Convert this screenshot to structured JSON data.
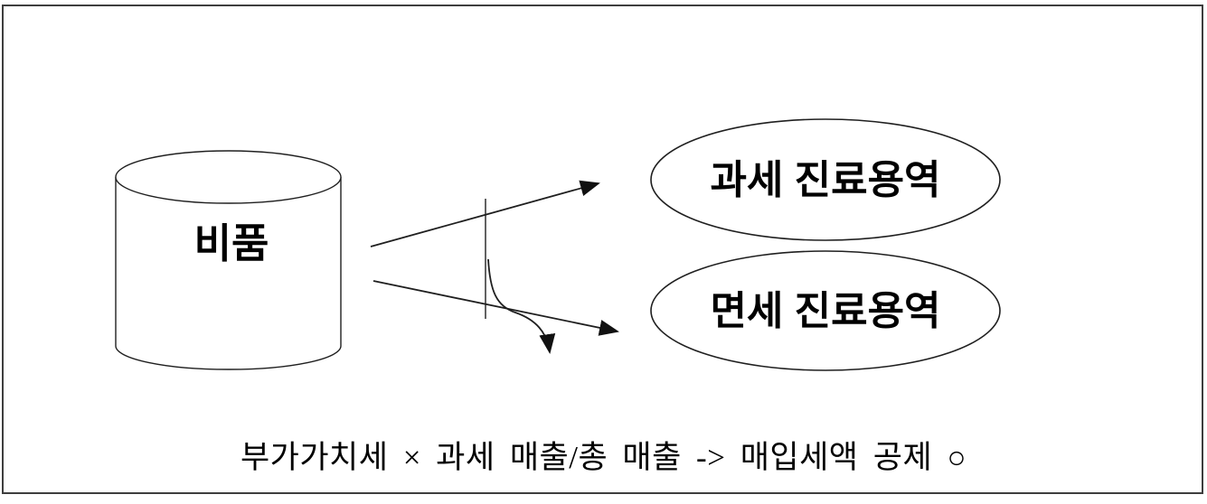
{
  "page": {
    "background": "#ffffff",
    "border_color": "#3e3e3e"
  },
  "diagram": {
    "source": {
      "shape": "cylinder",
      "label": "비품"
    },
    "targets": [
      {
        "shape": "ellipse",
        "label": "과세 진료용역"
      },
      {
        "shape": "ellipse",
        "label": "면세 진료용역"
      }
    ],
    "connectors": [
      {
        "name": "arrow-to-taxable",
        "from": "cylinder",
        "to": "과세 진료용역"
      },
      {
        "name": "arrow-to-exempt",
        "from": "cylinder",
        "to": "면세 진료용역"
      },
      {
        "name": "split-curve-arrow",
        "direction": "down"
      }
    ],
    "formula": {
      "text": "부가가치세 × 과세 매출/총 매출 -> 매입세액 공제 ○"
    },
    "colors": {
      "line": "#1f1f1f",
      "arrowhead": "#111111",
      "text": "#000000"
    }
  }
}
